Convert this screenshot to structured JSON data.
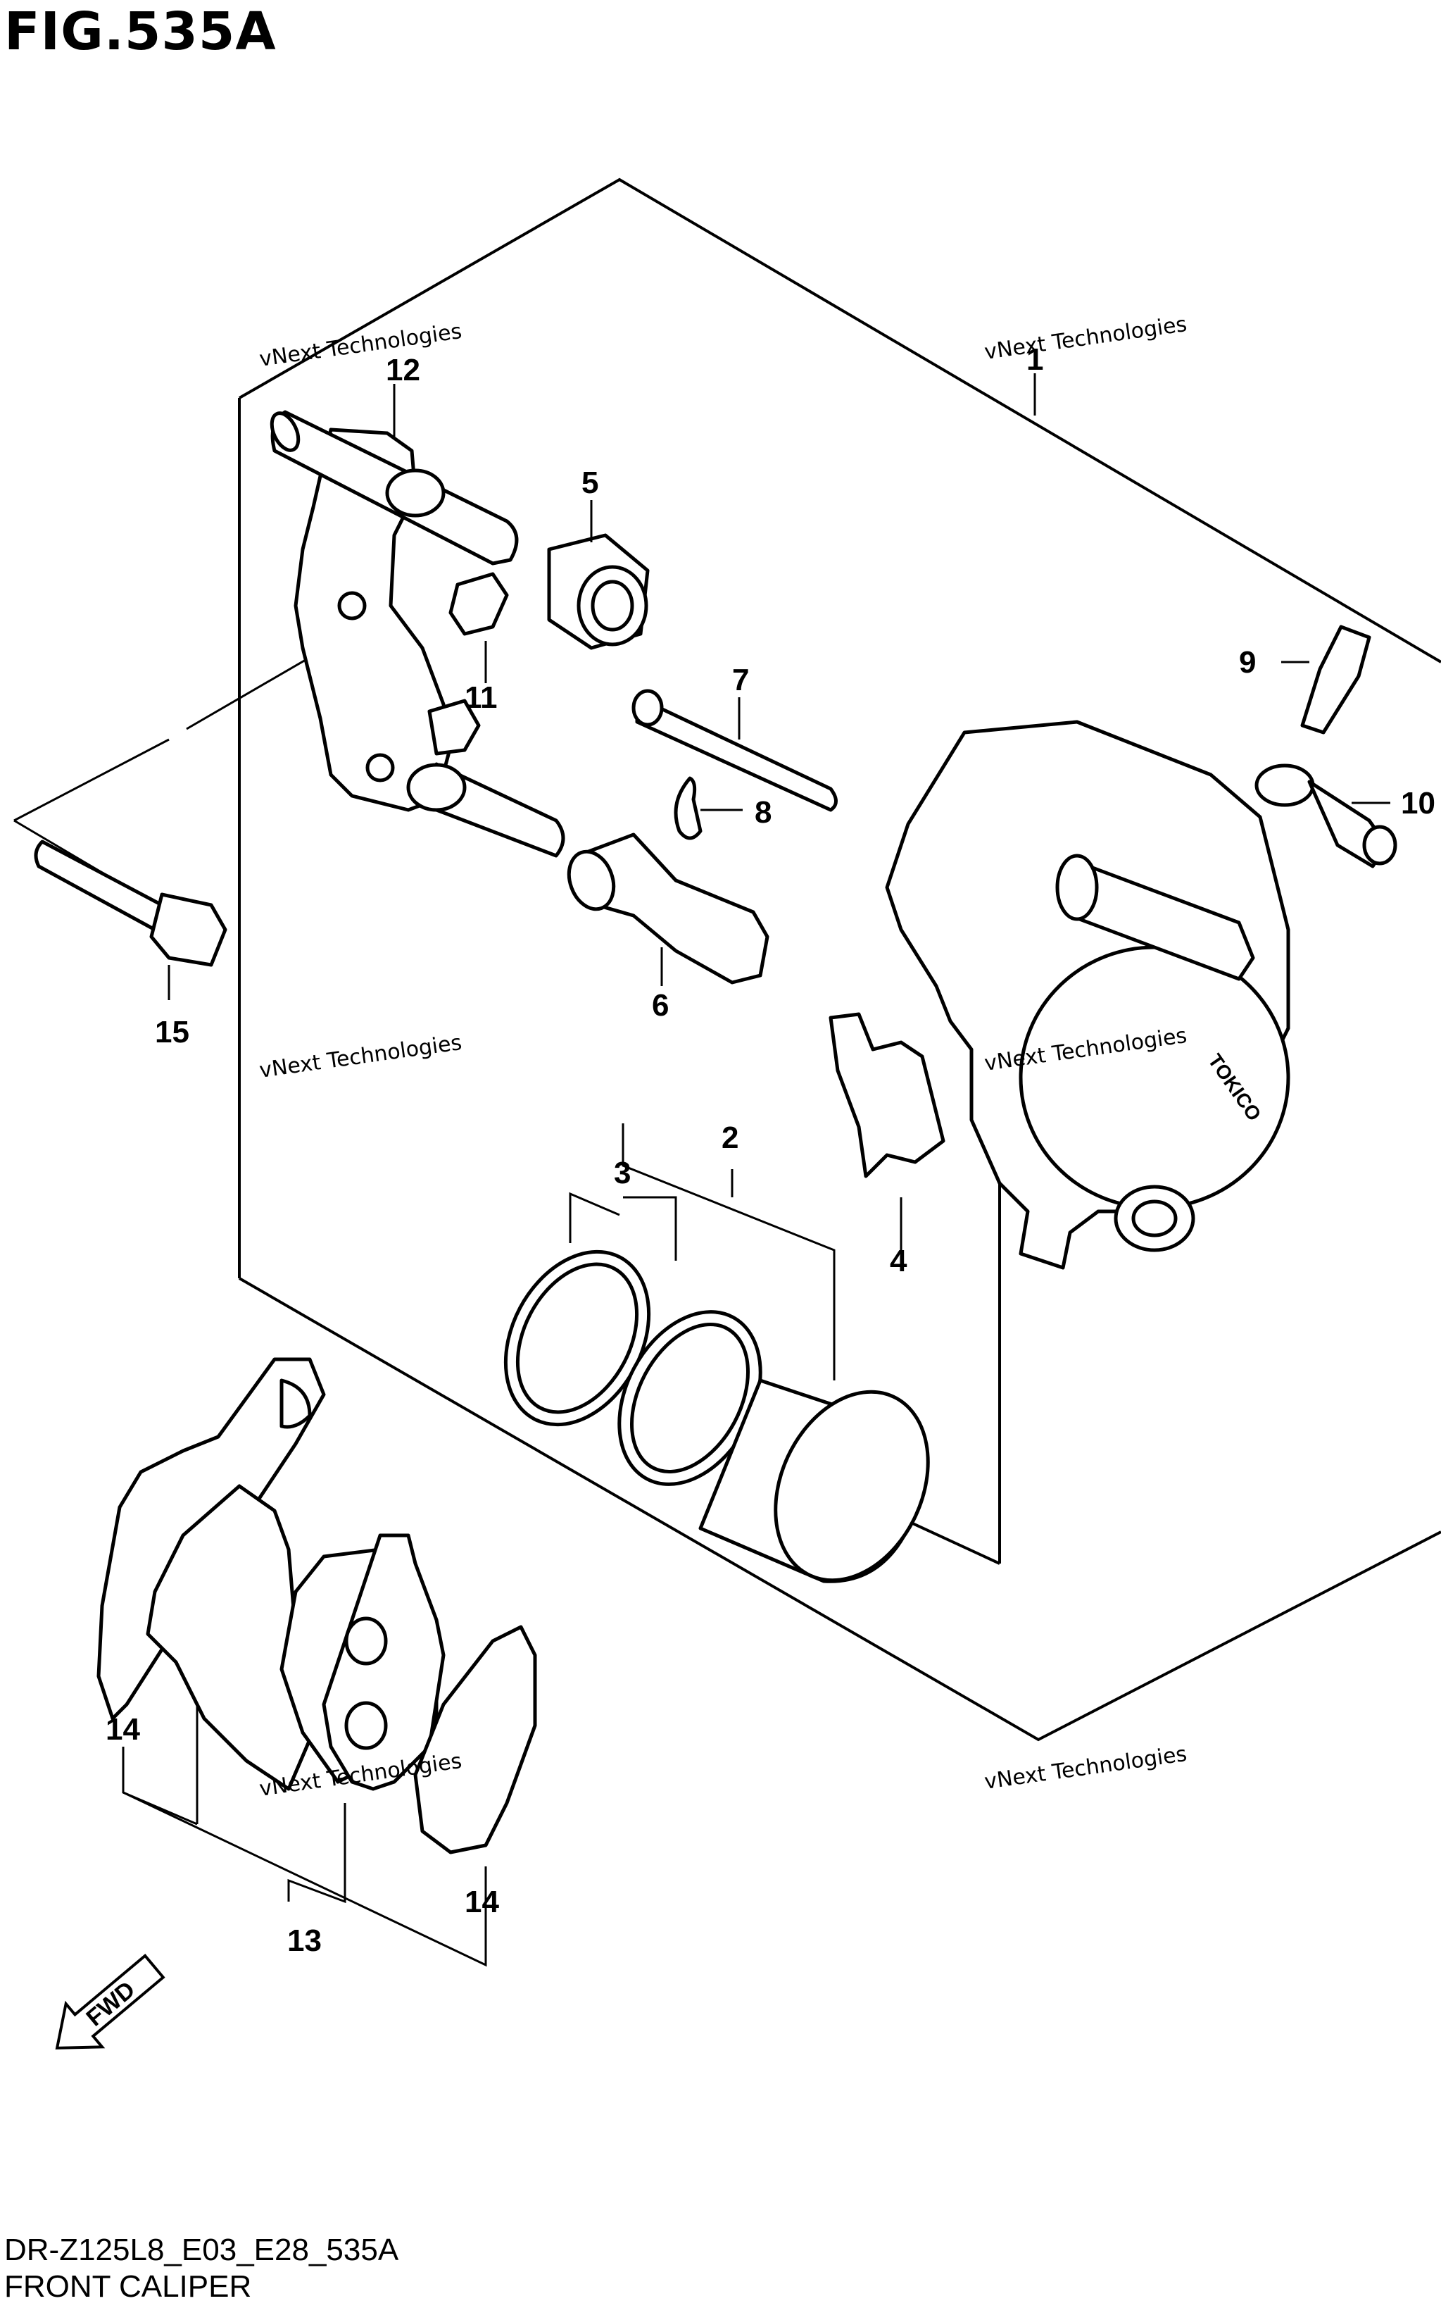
{
  "figure": {
    "title": "FIG.535A",
    "code": "DR-Z125L8_E03_E28_535A",
    "caption": "FRONT CALIPER"
  },
  "callouts": [
    "1",
    "2",
    "3",
    "4",
    "5",
    "6",
    "7",
    "8",
    "9",
    "10",
    "11",
    "12",
    "13",
    "14",
    "14",
    "15"
  ],
  "watermark": {
    "small": "vNext Technologies",
    "large": "vNext\nTechnologies"
  },
  "fwd_label": "FWD",
  "caliper_brand": "TOKICO"
}
